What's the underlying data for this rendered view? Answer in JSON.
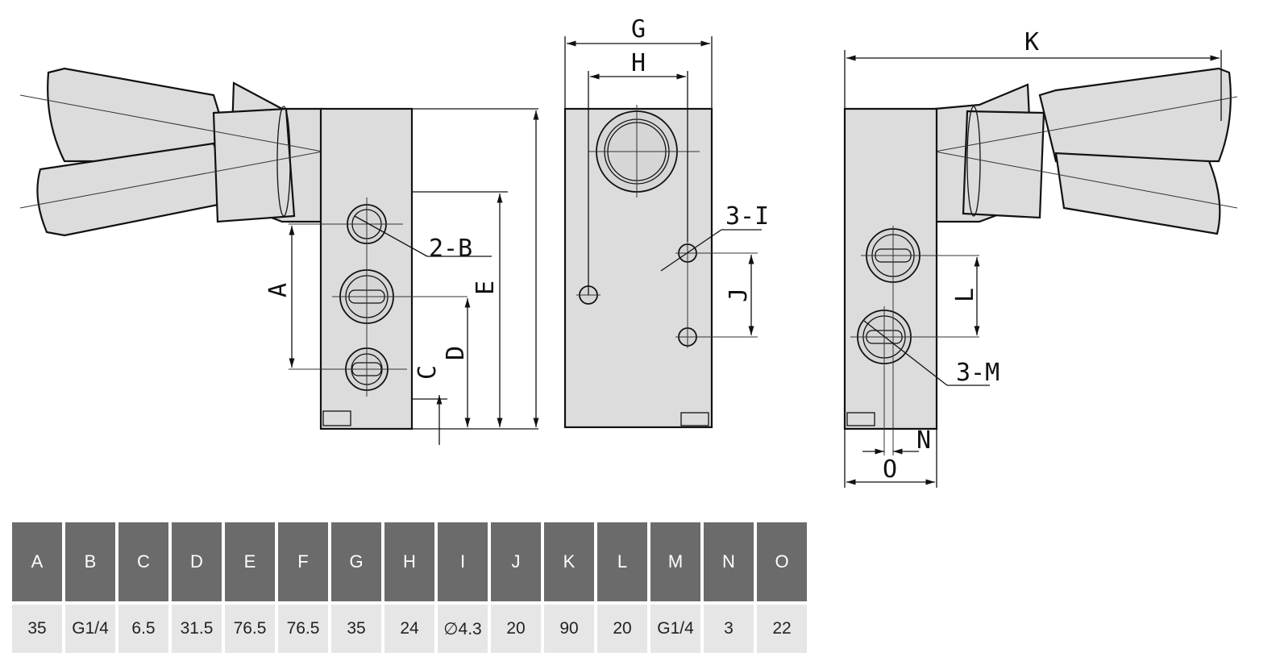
{
  "labels": {
    "A": "A",
    "two_B": "2-B",
    "C": "C",
    "D": "D",
    "E": "E",
    "G": "G",
    "H": "H",
    "three_I": "3-I",
    "J": "J",
    "K": "K",
    "L": "L",
    "three_M": "3-M",
    "N": "N",
    "O": "O"
  },
  "table": {
    "headers": [
      "A",
      "B",
      "C",
      "D",
      "E",
      "F",
      "G",
      "H",
      "I",
      "J",
      "K",
      "L",
      "M",
      "N",
      "O"
    ],
    "values": [
      "35",
      "G1/4",
      "6.5",
      "31.5",
      "76.5",
      "76.5",
      "35",
      "24",
      "∅4.3",
      "20",
      "90",
      "20",
      "G1/4",
      "3",
      "22"
    ]
  }
}
